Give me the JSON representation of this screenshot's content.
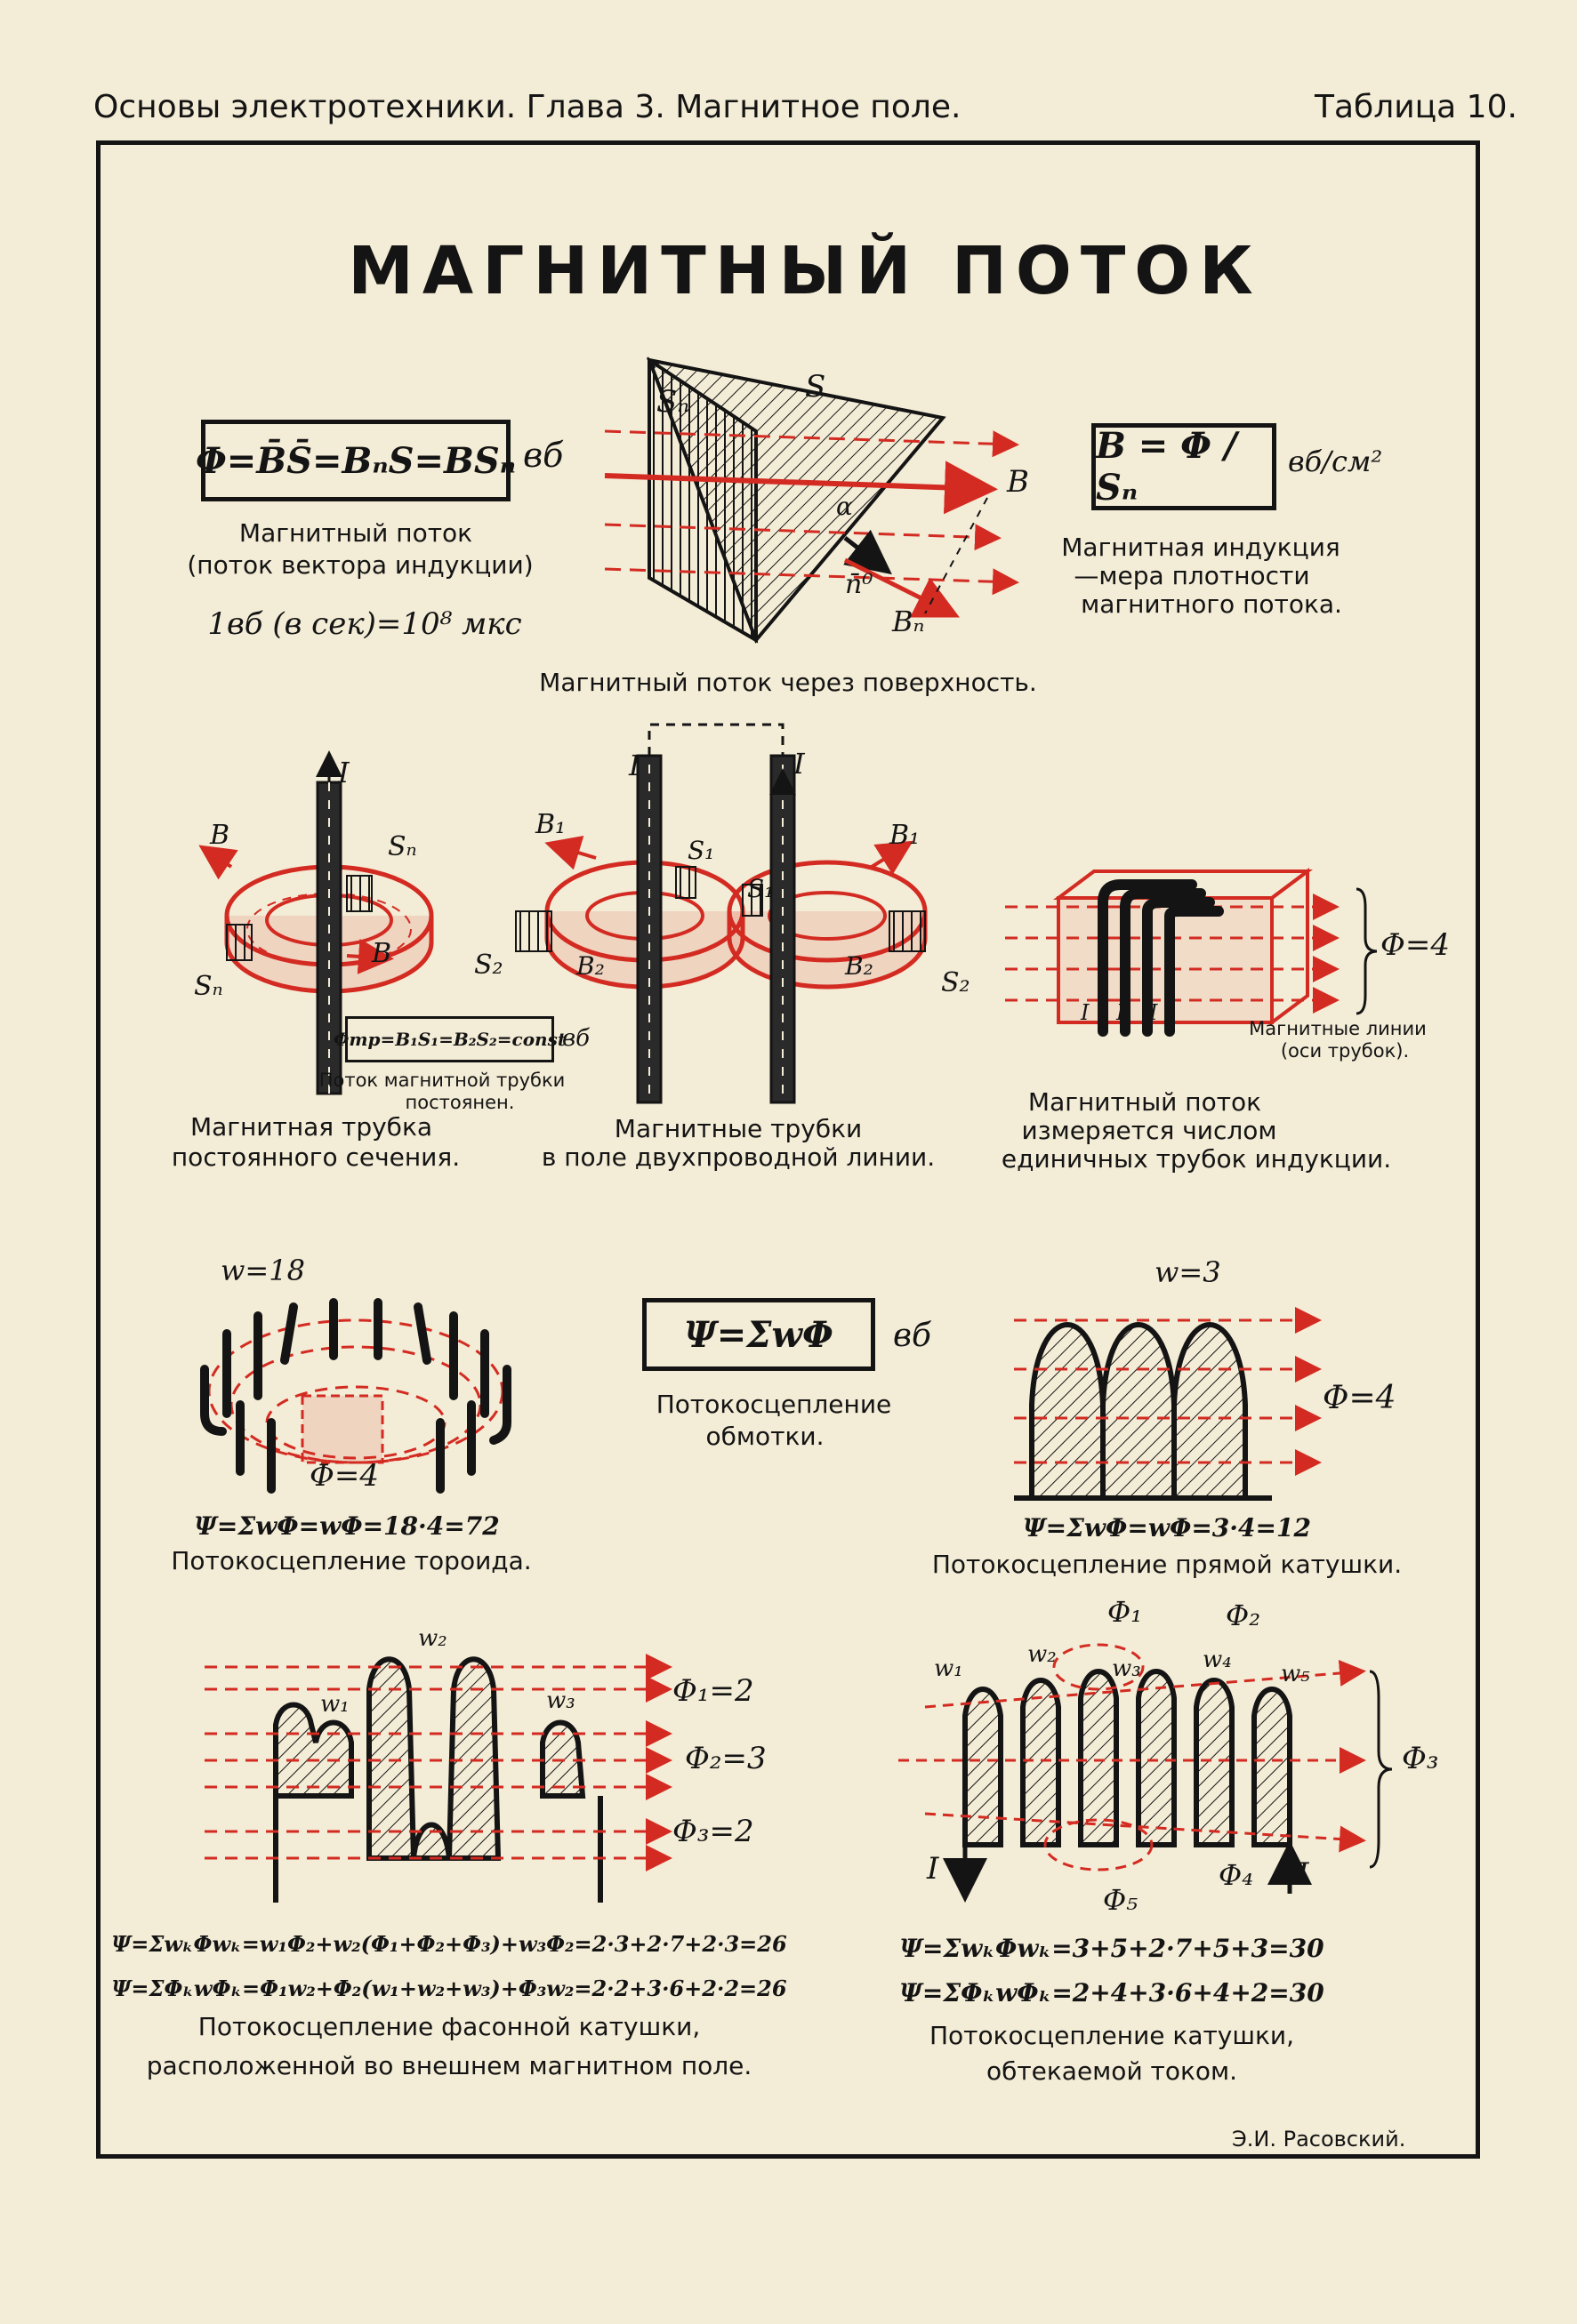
{
  "header": {
    "left": "Основы электротехники. Глава 3. Магнитное поле.",
    "right": "Таблица 10."
  },
  "title": "МАГНИТНЫЙ ПОТОК",
  "flux": {
    "formula": "Φ=B̄S̄=BₙS=BSₙ",
    "unit": "вб",
    "caption_1": "Магнитный поток",
    "caption_2": "(поток вектора индукции)",
    "relation": "1вб (в сек)=10⁸ мкс"
  },
  "surface": {
    "label_sn": "Sₙ",
    "label_s": "S",
    "label_b": "B",
    "label_alpha": "α",
    "label_n0": "n̄⁰",
    "label_bn": "Bₙ",
    "caption": "Магнитный поток через поверхность."
  },
  "induction": {
    "formula": "B = Φ / Sₙ",
    "unit": "вб/см²",
    "caption_1": "Магнитная индукция",
    "caption_2": "—мера плотности",
    "caption_3": "магнитного потока."
  },
  "tube": {
    "label_i": "I",
    "label_b": "B",
    "label_sn": "Sₙ",
    "formula": "Φтр=B₁S₁=B₂S₂=const",
    "unit": "вб",
    "note_1": "Поток магнитной трубки",
    "note_2": "постоянен.",
    "caption_1": "Магнитная трубка",
    "caption_2": "постоянного сечения."
  },
  "twowire": {
    "label_b1": "B₁",
    "label_b2": "B₂",
    "label_s1": "S₁",
    "label_s2": "S₂",
    "label_i": "I",
    "caption_1": "Магнитные трубки",
    "caption_2": "в поле двухпроводной линии."
  },
  "unittubes": {
    "label_phi": "Φ=4",
    "label_i": "I",
    "note_1": "Магнитные линии",
    "note_2": "(оси трубок).",
    "caption_1": "Магнитный поток",
    "caption_2": "измеряется числом",
    "caption_3": "единичных трубок индукции."
  },
  "toroid": {
    "label_w": "w=18",
    "label_phi": "Φ=4",
    "formula": "Ψ=ΣwΦ=wΦ=18·4=72",
    "caption": "Потокосцепление тороида."
  },
  "linkage": {
    "formula": "Ψ=ΣwΦ",
    "unit": "вб",
    "caption_1": "Потокосцепление",
    "caption_2": "обмотки."
  },
  "straight": {
    "label_w": "w=3",
    "label_phi": "Φ=4",
    "formula": "Ψ=ΣwΦ=wΦ=3·4=12",
    "caption": "Потокосцепление прямой катушки."
  },
  "shaped": {
    "label_w1": "w₁",
    "label_w2": "w₂",
    "label_w3": "w₃",
    "label_phi1": "Φ₁=2",
    "label_phi2": "Φ₂=3",
    "label_phi3": "Φ₃=2",
    "formula_1": "Ψ=ΣwₖΦwₖ=w₁Φ₂+w₂(Φ₁+Φ₂+Φ₃)+w₃Φ₂=2·3+2·7+2·3=26",
    "formula_2": "Ψ=ΣΦₖwΦₖ=Φ₁w₂+Φ₂(w₁+w₂+w₃)+Φ₃w₂=2·2+3·6+2·2=26",
    "caption_1": "Потокосцепление фасонной катушки,",
    "caption_2": "расположенной во внешнем магнитном поле."
  },
  "current": {
    "label_w1": "w₁",
    "label_w2": "w₂",
    "label_w3": "w₃",
    "label_w4": "w₄",
    "label_w5": "w₅",
    "label_phi1": "Φ₁",
    "label_phi2": "Φ₂",
    "label_phi3": "Φ₃",
    "label_phi4": "Φ₄",
    "label_phi5": "Φ₅",
    "label_i": "I",
    "formula_1": "Ψ=ΣwₖΦwₖ=3+5+2·7+5+3=30",
    "formula_2": "Ψ=ΣΦₖwΦₖ=2+4+3·6+4+2=30",
    "caption_1": "Потокосцепление катушки,",
    "caption_2": "обтекаемой током."
  },
  "author": "Э.И. Расовский.",
  "colors": {
    "paper": "#f3ecd6",
    "ink": "#141414",
    "red": "#d32b22"
  }
}
